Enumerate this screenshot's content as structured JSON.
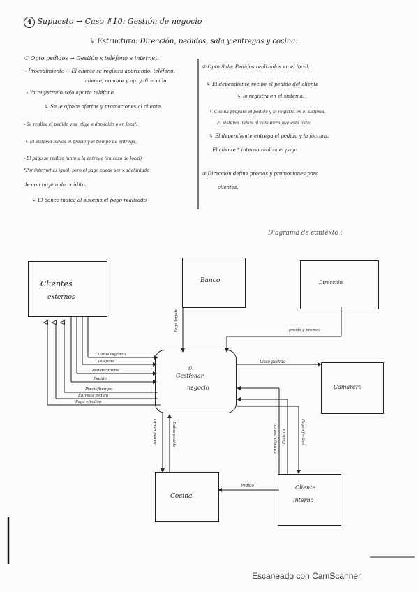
{
  "header": {
    "line1_num": "4",
    "line1": "Supuesto → Caso #10: Gestión de negocio",
    "line2": "↳ Estructura: Dirección, pedidos, sala y entregas y cocina."
  },
  "left_column": [
    "① Opto pedidos → Gestión x teléfono e internet.",
    "- Procedimiento → El cliente se registra aportando: teléfono,",
    "cliente, nombre y ap. y dirección.",
    "- Ya registrado solo aporta teléfono.",
    "↳ Se le ofrece ofertas y promociones al cliente.",
    "- Se realiza el pedido y se elige a domicilio o en local.",
    "↳ El sistema indica el precio y el tiempo de entrega.",
    "- El pago se realiza junto a la entrega (en caso de local)",
    "*Por internet es igual, pero el pago puede ser x adelantado",
    "de con tarjeta de crédito.",
    "↳ El banco indica al sistema el pago realizado"
  ],
  "right_column": [
    "② Opto Sala: Pedidos realizados en el local.",
    "↳ El dependiente recibe el pedido del cliente",
    "↳ lo registra en el sistema.",
    "↳ Cocina prepara el pedido y lo registra en el sistema.",
    "El sistema indica al camarero que está listo.",
    "↳ El dependiente entrega el pedido y la factura.",
    ".El cliente * interno realiza el pago.",
    "③ Dirección define precios y promociones para",
    "clientes."
  ],
  "diagram": {
    "title": "Diagrama de contexto :",
    "entities": {
      "clientes": [
        "Clientes",
        "externos"
      ],
      "banco": "Banco",
      "direccion": "Dirección",
      "camarero": "Camarero",
      "cocina": "Cocina",
      "cliente_interno": [
        "Cliente",
        "interno"
      ],
      "process": [
        "0.",
        "Gestionar",
        "negocio"
      ]
    },
    "flows": {
      "clientes_to_process": [
        "Datos registro",
        "Teléfono",
        "Pedido/promo",
        "Pedido"
      ],
      "process_to_clientes": [
        "Precio/tiempo",
        "Entrega pedido",
        "Pago efectivo"
      ],
      "banco_process": "Pago tarjeta",
      "direccion_process": "precio y promos",
      "process_camarero": "Listo pedido",
      "process_cocina": "Orden pedido",
      "cocina_process": "Datos pedido",
      "cliente_interno_flows": [
        "Entrega pedido",
        "Factura",
        "Pago efectivo"
      ],
      "cliente_cocina": "Pedido"
    }
  },
  "footer": "Escaneado con CamScanner"
}
